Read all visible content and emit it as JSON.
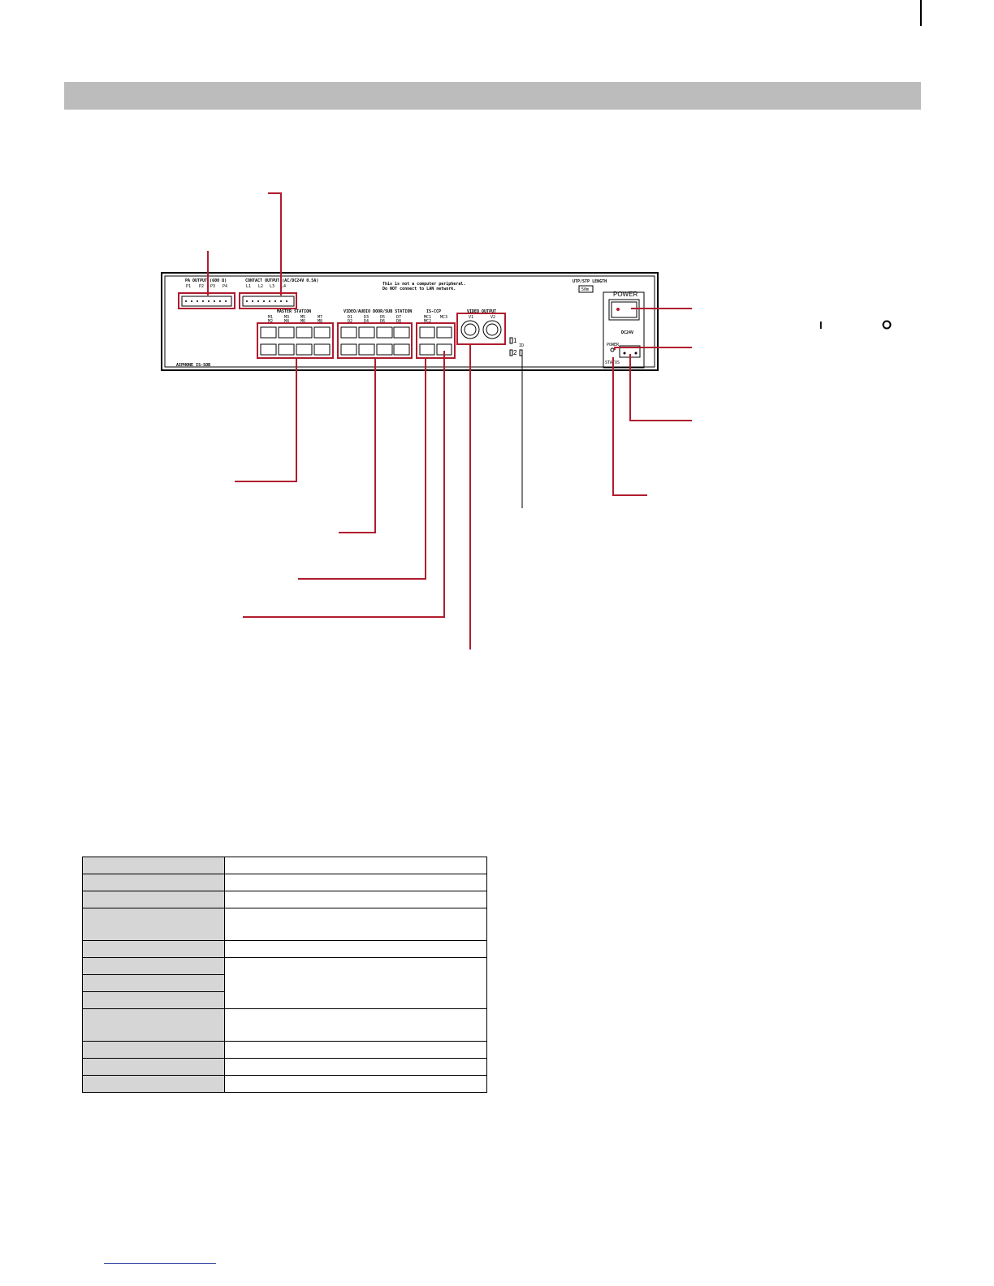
{
  "colors": {
    "band": "#bcbcbc",
    "callout": "#b01c2e",
    "table_label_bg": "#d6d6d6"
  },
  "panel": {
    "pa_output": "PA OUTPUT (600 Ω)",
    "pa_terms": [
      "P1",
      "P2",
      "P3",
      "P4"
    ],
    "contact_output": "CONTACT OUTPUT (AC/DC24V 0.5A)",
    "contact_terms": [
      "L1",
      "L2",
      "L3",
      "L4"
    ],
    "notice_1": "This is not a computer peripheral.",
    "notice_2": "Do NOT connect to LAN network.",
    "utp_length": "UTP/STP LENGTH",
    "utp_value": "50m",
    "master_station": "MASTER STATION",
    "master_ports_top": [
      "M1",
      "M3",
      "M5",
      "M7"
    ],
    "master_ports_bottom": [
      "M2",
      "M4",
      "M6",
      "M8"
    ],
    "door_station": "VIDEO/AUDIO DOOR/SUB STATION",
    "door_ports_top": [
      "D1",
      "D3",
      "D5",
      "D7"
    ],
    "door_ports_bottom": [
      "D2",
      "D4",
      "D6",
      "D8"
    ],
    "is_ccp": "IS-CCP",
    "ccp_ports": [
      "MC1",
      "MC2",
      "MC3"
    ],
    "video_output": "VIDEO OUTPUT",
    "video_ports": [
      "V1",
      "V2"
    ],
    "id_label": "ID",
    "id_1": "1",
    "id_2": "2",
    "power": "POWER",
    "dc_power": "DC24V",
    "power_led": "POWER",
    "status_led": "STATUS",
    "model": "AIPHONE IS-SOB"
  },
  "switch_symbols": {
    "on": "I",
    "off": "O"
  }
}
